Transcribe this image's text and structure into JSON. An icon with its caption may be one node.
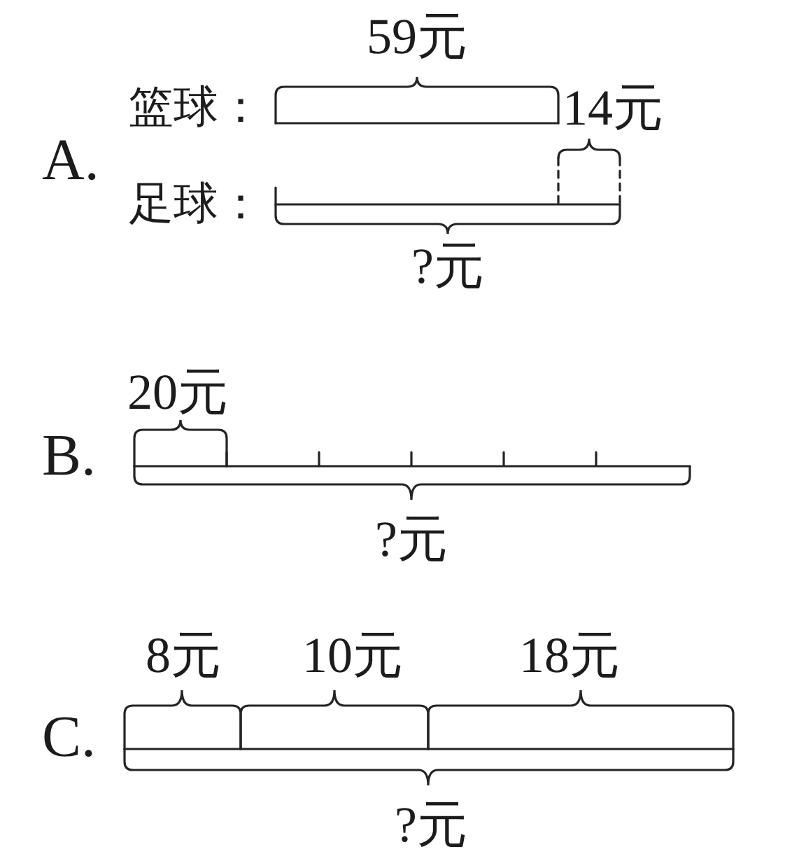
{
  "diagram": {
    "labels": [
      "59元",
      "篮球：",
      "14元",
      "A.",
      "足球：",
      "?元",
      "20元",
      "B.",
      "?元",
      "8元",
      "10元",
      "18元",
      "C.",
      "?元"
    ]
  }
}
